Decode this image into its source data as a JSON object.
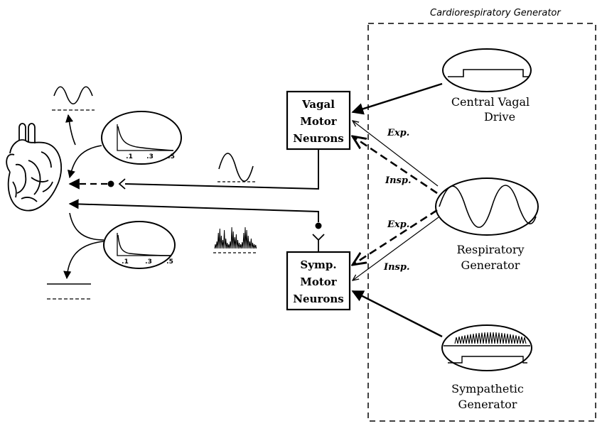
{
  "title": "Cardiorespiratory Generator",
  "boxes": {
    "vagal": [
      "Vagal",
      "Motor",
      "Neurons"
    ],
    "symp": [
      "Symp.",
      "Motor",
      "Neurons"
    ]
  },
  "generators": {
    "central_vagal": [
      "Central Vagal",
      "Drive"
    ],
    "respiratory": [
      "Respiratory",
      "Generator"
    ],
    "sympathetic": [
      "Sympathetic",
      "Generator"
    ]
  },
  "phase_labels": {
    "vagal_exp": "Exp.",
    "vagal_insp": "Insp.",
    "symp_exp": "Exp.",
    "symp_insp": "Insp."
  },
  "ticks": {
    "top": [
      ".1",
      ".3",
      ".5"
    ],
    "bottom": [
      ".1",
      ".3",
      ".5"
    ]
  },
  "icons": [
    "heart-icon",
    "sine-wave-icon",
    "burst-icon",
    "square-pulse-icon"
  ]
}
